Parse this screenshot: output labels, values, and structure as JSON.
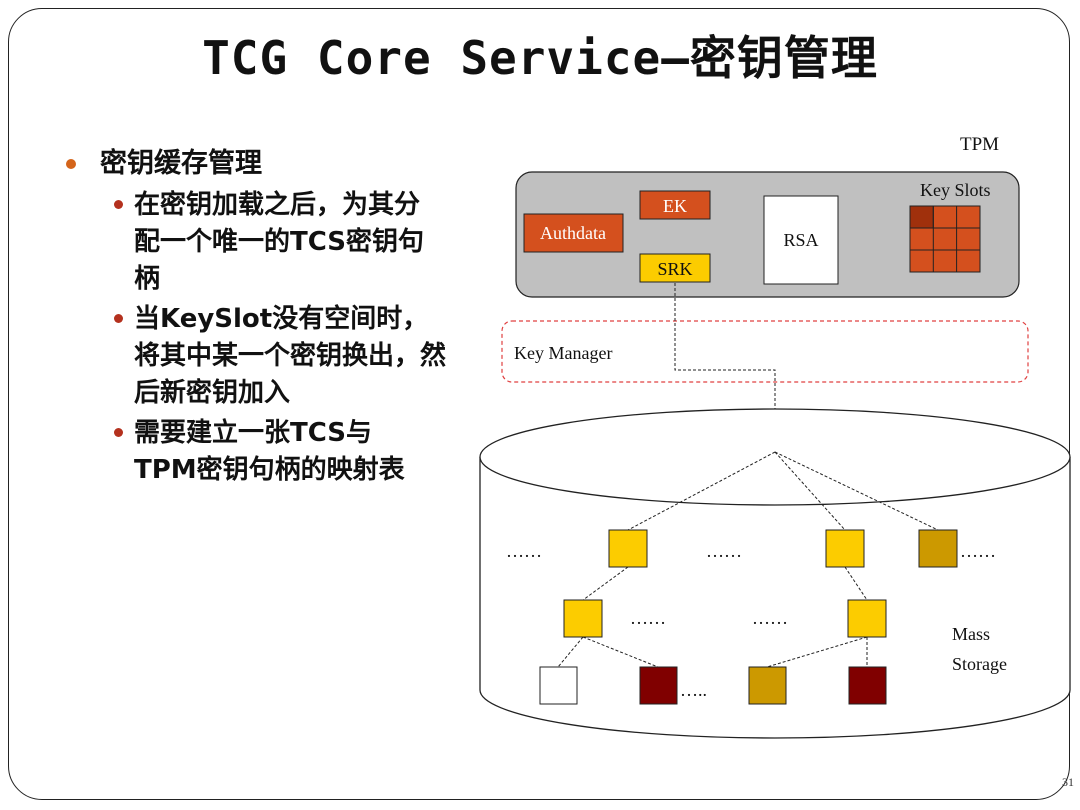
{
  "title": "TCG Core Service—密钥管理",
  "bullets": {
    "main": "密钥缓存管理",
    "sub": [
      "在密钥加载之后，为其分配一个唯一的TCS密钥句柄",
      "当KeySlot没有空间时，将其中某一个密钥换出，然后新密钥加入",
      "需要建立一张TCS与TPM密钥句柄的映射表"
    ]
  },
  "diagram": {
    "tpm_label": "TPM",
    "key_slots_label": "Key Slots",
    "authdata": "Authdata",
    "ek": "EK",
    "srk": "SRK",
    "rsa": "RSA",
    "key_manager": "Key Manager",
    "mass_storage": [
      "Mass",
      "Storage"
    ],
    "ellipsis_long": "……",
    "ellipsis_short": "…..",
    "colors": {
      "tpm_box": "#c0c0c0",
      "orange_key": "#d4501e",
      "yellow_key": "#fccc00",
      "gold_key": "#cc9900",
      "dark_red_key": "#800000",
      "dashed_red": "#e04040"
    }
  },
  "page_number": "31"
}
